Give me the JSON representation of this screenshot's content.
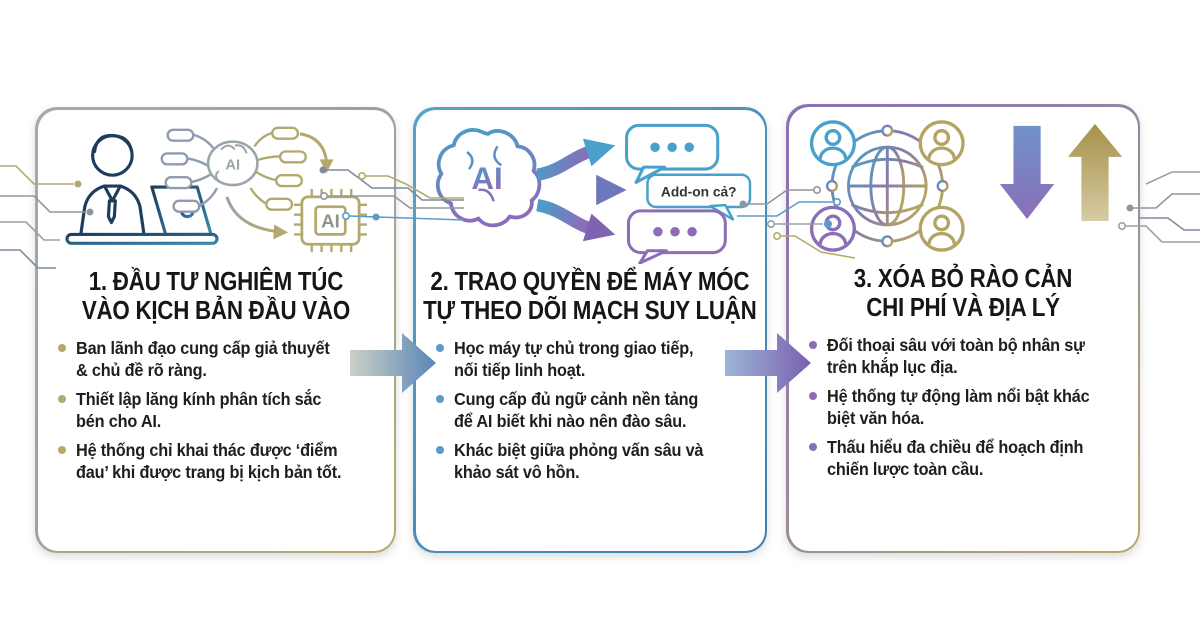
{
  "page": {
    "background": "#ffffff",
    "type": "infographic-three-steps"
  },
  "colors": {
    "card1_border": [
      "#a6abb1",
      "#b7ab69"
    ],
    "card2_border": [
      "#58a3ca",
      "#3d7fae"
    ],
    "card3_border": [
      "#8a6fb8",
      "#b7ab69"
    ],
    "bullet_dot_card1": "#b3a96f",
    "bullet_dot_card2": "#5b9bc9",
    "bullet_dot_card3": "#8a6fb8",
    "flow_arrow_1": [
      "#ccd0c6",
      "#5b86b8"
    ],
    "flow_arrow_2": [
      "#9db6d6",
      "#7a5fae"
    ],
    "title_text": "#161616",
    "body_text": "#1e1e1e"
  },
  "cards": [
    {
      "title_lines": [
        "1. ĐẦU TƯ NGHIÊM TÚC",
        "VÀO KỊCH BẢN ĐẦU VÀO"
      ],
      "bullets": [
        "Ban lãnh đạo cung cấp giả thuyết\n& chủ đề rõ ràng.",
        "Thiết lập lăng kính phân tích sắc\nbén cho AI.",
        "Hệ thống chỉ khai thác được ‘điểm\nđau’ khi được trang bị kịch bản tốt."
      ],
      "illustration": {
        "name": "leader-briefing-ai-illustration",
        "brain_label": "AI",
        "chip_label": "AI"
      }
    },
    {
      "title_lines": [
        "2. TRAO QUYỀN ĐỂ MÁY MÓC",
        "TỰ THEO DÕI MẠCH SUY LUẬN"
      ],
      "bullets": [
        "Học máy tự chủ trong giao tiếp,\nnối tiếp linh hoạt.",
        "Cung cấp đủ ngữ cảnh nền tảng\nđể AI biết khi nào nên đào sâu.",
        "Khác biệt giữa phỏng vấn sâu và\nkhảo sát vô hồn."
      ],
      "illustration": {
        "name": "ai-brain-conversations-illustration",
        "brain_label": "AI",
        "bubble_label": "Add-on cả?"
      }
    },
    {
      "title_lines": [
        "3. XÓA BỎ RÀO CẢN",
        "CHI PHÍ VÀ ĐỊA LÝ"
      ],
      "bullets": [
        "Đối thoại sâu với toàn bộ nhân sự\ntrên khắp lục địa.",
        "Hệ thống tự động làm nổi bật khác\nbiệt văn hóa.",
        "Thấu hiểu đa chiều để hoạch định\nchiến lược toàn cầu."
      ],
      "illustration": {
        "name": "global-network-cost-illustration"
      }
    }
  ]
}
